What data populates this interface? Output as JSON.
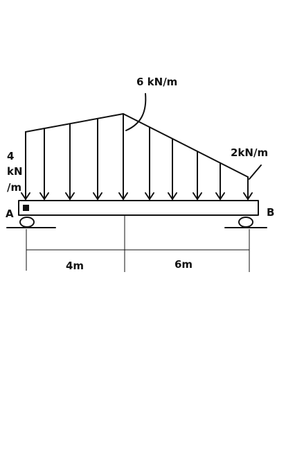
{
  "loads": {
    "peak_label": "6 kN/m",
    "right_label": "2kN/m",
    "left_label_lines": [
      "4",
      "kN",
      "/m"
    ]
  },
  "supports": {
    "left_label": "A",
    "right_label": "B"
  },
  "dimensions": {
    "left_span": "4m",
    "right_span": "6m"
  },
  "colors": {
    "ink": "#111111",
    "background": "#ffffff"
  }
}
